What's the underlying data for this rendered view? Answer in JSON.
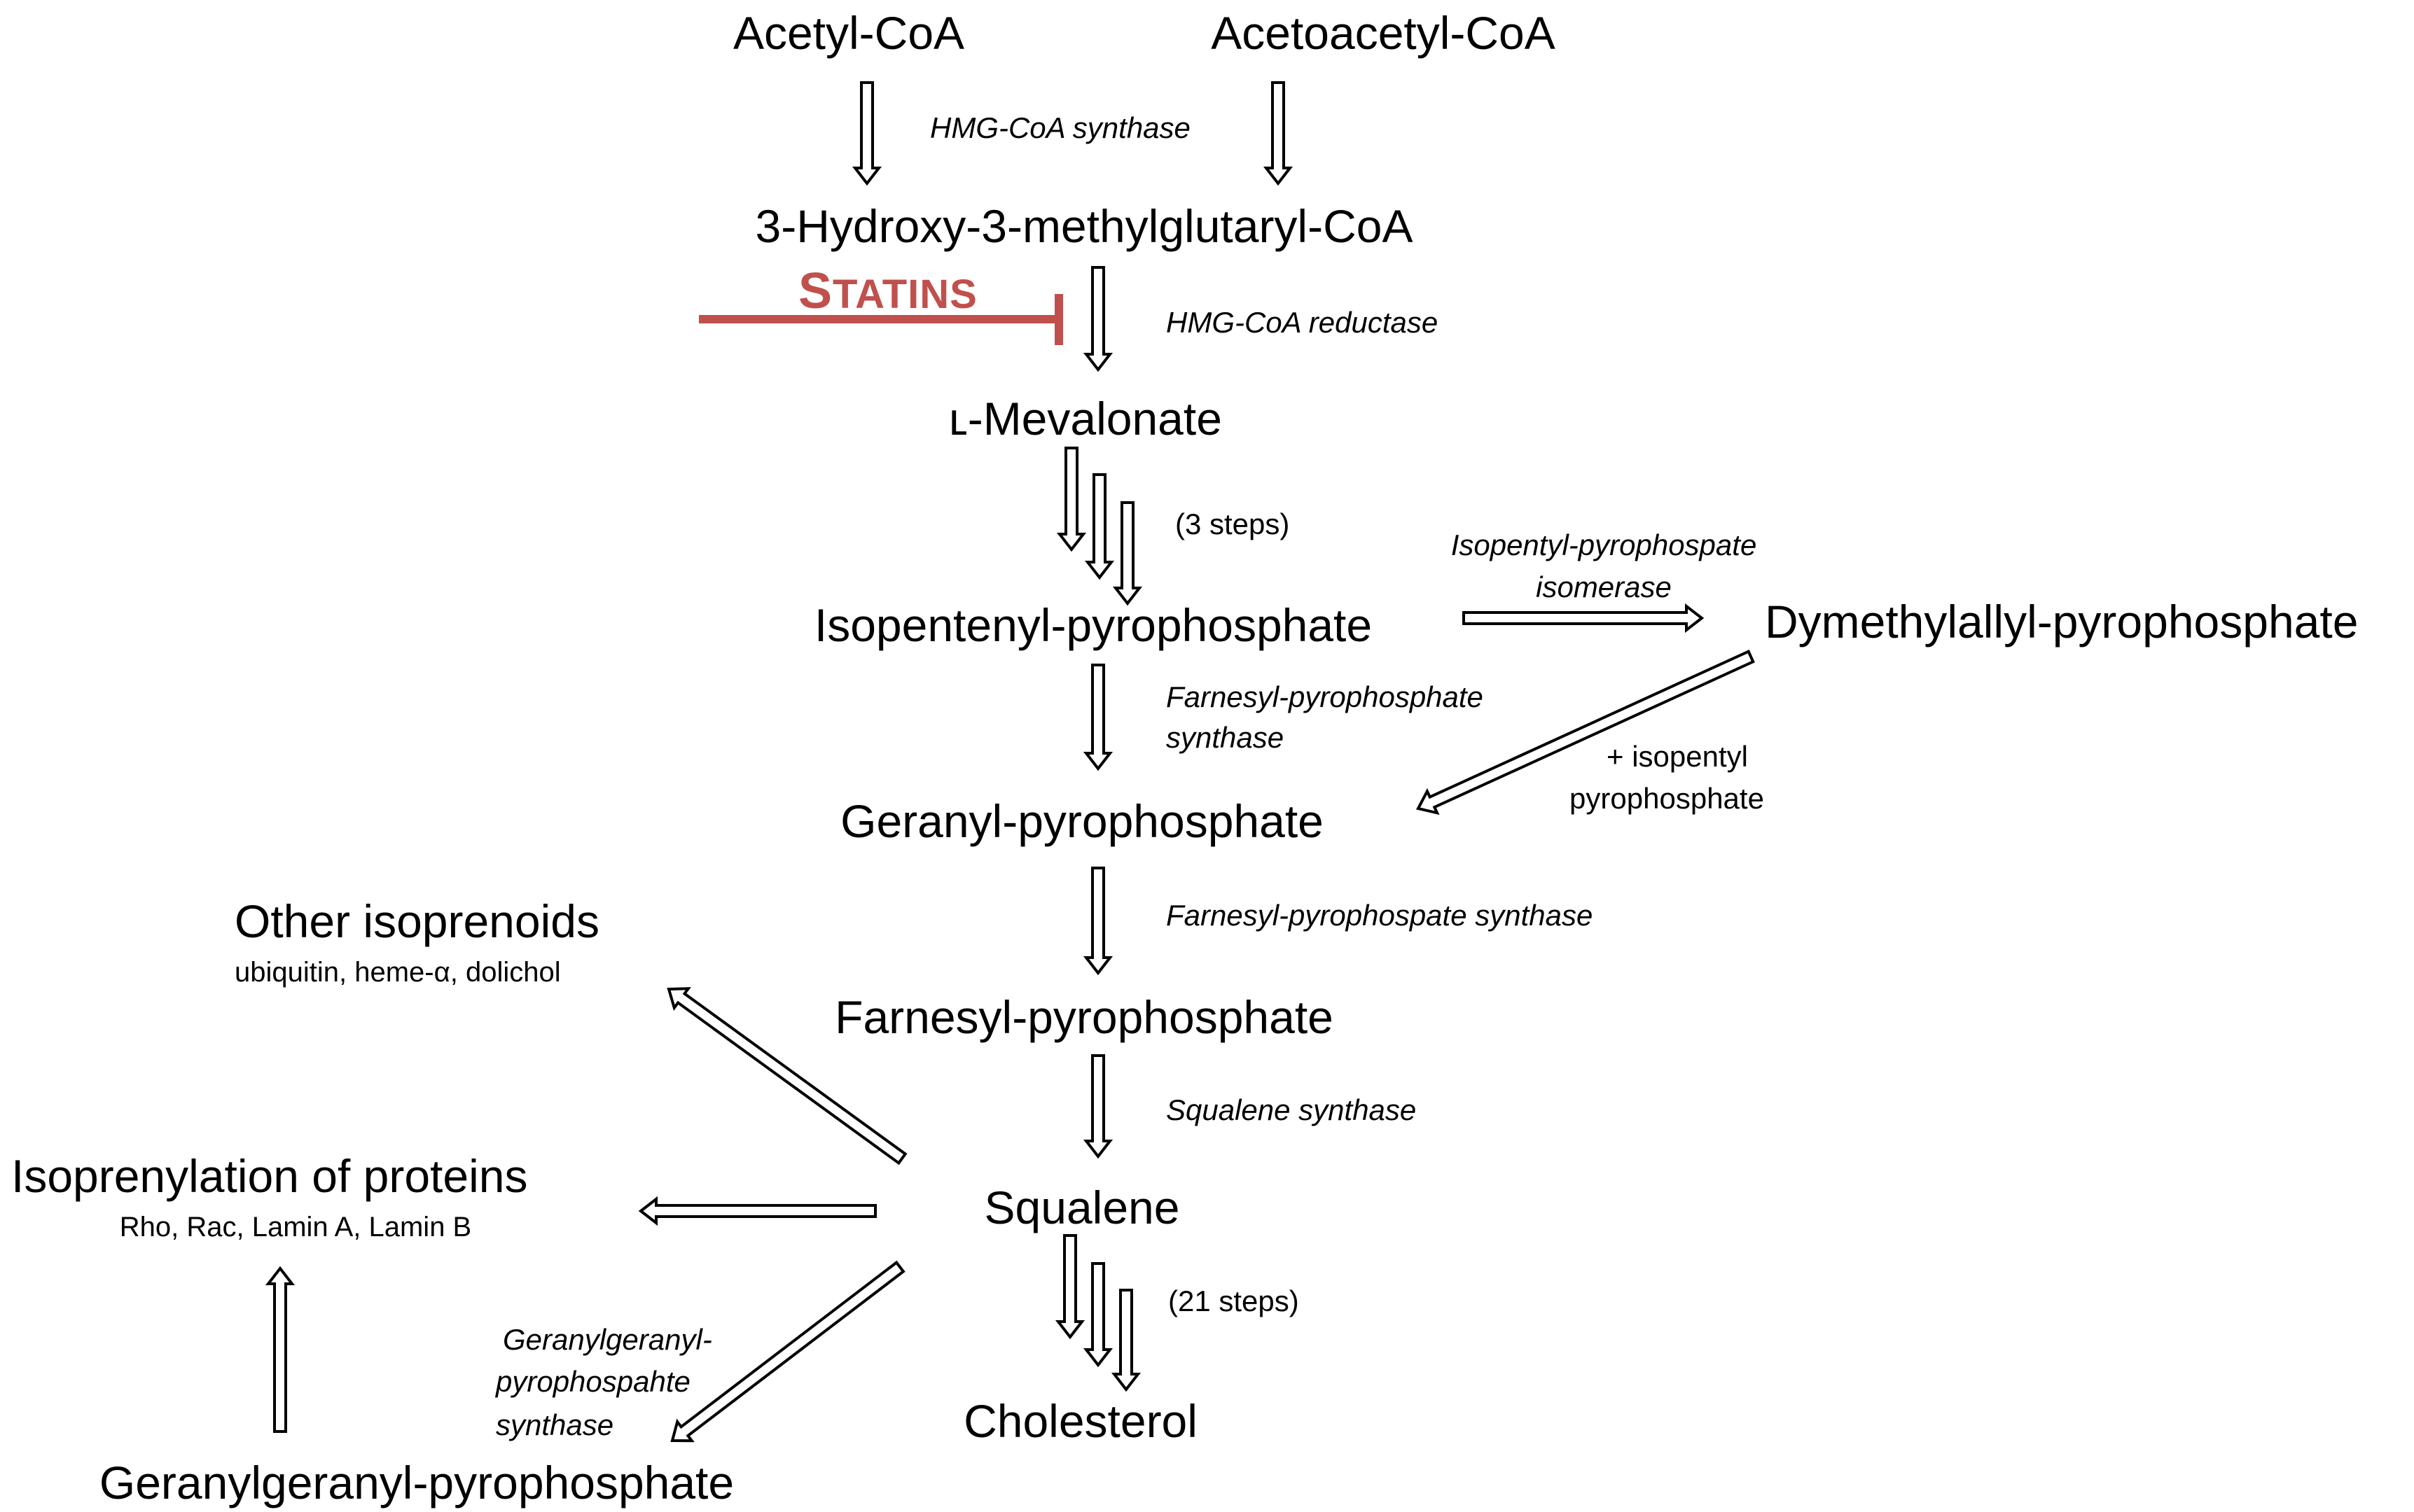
{
  "nodes": {
    "acetyl_coa": "Acetyl-CoA",
    "acetoacetyl_coa": "Acetoacetyl-CoA",
    "hmg_coa": "3-Hydroxy-3-methylglutaryl-CoA",
    "mevalonate": "ʟ-Mevalonate",
    "ipp": "Isopentenyl-pyrophosphate",
    "dmapp": "Dymethylallyl-pyrophosphate",
    "gpp": "Geranyl-pyrophosphate",
    "fpp": "Farnesyl-pyrophosphate",
    "squalene": "Squalene",
    "cholesterol": "Cholesterol",
    "other_isoprenoids": "Other isoprenoids",
    "other_isoprenoids_examples": "ubiquitin, heme-α, dolichol",
    "isoprenylation": "Isoprenylation of proteins",
    "isoprenylation_examples": "Rho, Rac, Lamin A, Lamin B",
    "ggpp": "Geranylgeranyl-pyrophosphate"
  },
  "enzymes": {
    "hmg_coa_synthase": "HMG-CoA synthase",
    "hmg_coa_reductase": "HMG-CoA reductase",
    "ipp_isomerase_line1": "Isopentyl-pyrophospate",
    "ipp_isomerase_line2": "isomerase",
    "fpp_synthase_1_line1": "Farnesyl-pyrophosphate",
    "fpp_synthase_1_line2": "synthase",
    "fpp_synthase_2": "Farnesyl-pyrophospate synthase",
    "squalene_synthase": "Squalene synthase",
    "ggpp_synthase_line1": "Geranylgeranyl-",
    "ggpp_synthase_line2": "pyrophospahte",
    "ggpp_synthase_line3": "synthase"
  },
  "notes": {
    "three_steps": "(3 steps)",
    "twentyone_steps": "(21 steps)",
    "plus_ipp_line1": "+ isopentyl",
    "plus_ipp_line2": "pyrophosphate"
  },
  "inhibitor": {
    "first_letter": "S",
    "rest": "TATINS",
    "color": "#c0504d"
  }
}
